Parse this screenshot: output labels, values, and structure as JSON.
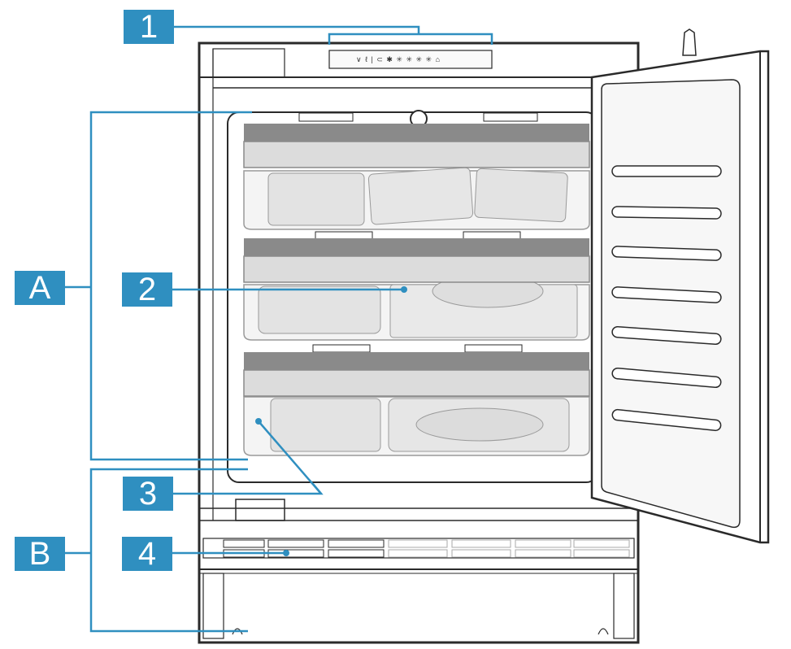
{
  "colors": {
    "callout": "#2f8fc0",
    "outline": "#2a2a2a",
    "shelf": "#8a8a8a",
    "drawer": "#f4f4f4",
    "food": "#d8d8d8"
  },
  "control_panel": {
    "symbols": "∨ ℓ | ⊂ ✱ ✳ ✳ ✳ ✳ ⌂"
  },
  "callouts": {
    "c1": "1",
    "c2": "2",
    "c3": "3",
    "c4": "4",
    "cA": "A",
    "cB": "B"
  }
}
